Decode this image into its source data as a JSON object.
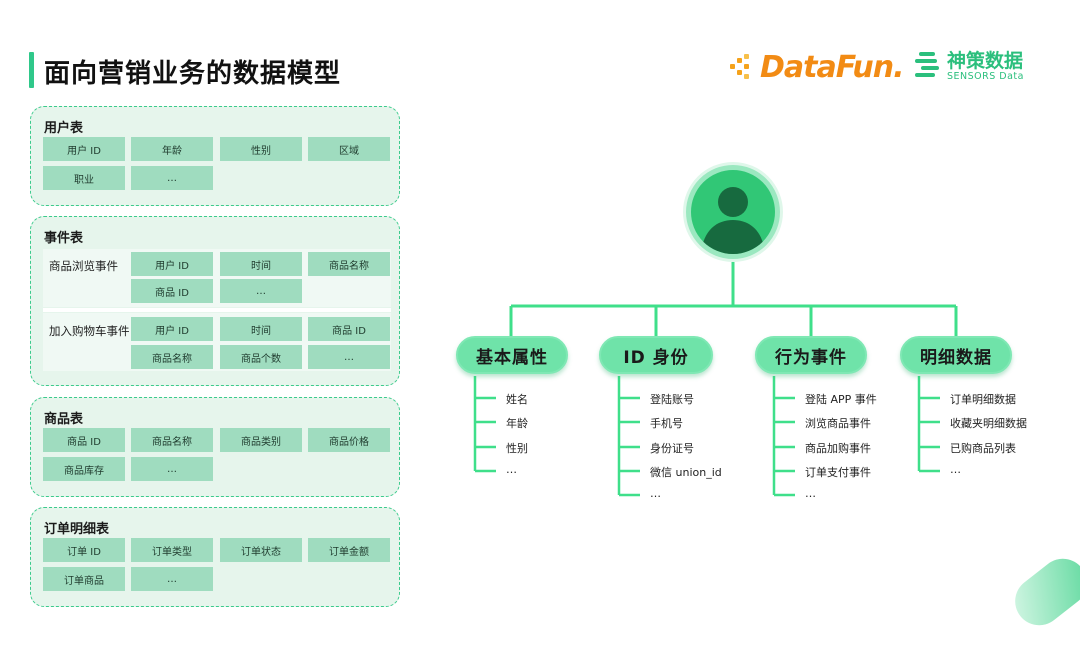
{
  "title": "面向营销业务的数据模型",
  "logos": {
    "datafun": "DataFun.",
    "sensors_cn": "神策数据",
    "sensors_en": "SENSORS Data"
  },
  "colors": {
    "accent": "#2fc88a",
    "cell": "#9fdcbf",
    "panel": "#e6f5ec",
    "line": "#3fdf8a",
    "datafun": "#f28b14"
  },
  "tables": {
    "user": {
      "title": "用户表",
      "row1": [
        "用户 ID",
        "年龄",
        "性别",
        "区域"
      ],
      "row2": [
        "职业",
        "…"
      ]
    },
    "event": {
      "title": "事件表",
      "browse": {
        "label": "商品浏览事件",
        "row1": [
          "用户 ID",
          "时间",
          "商品名称"
        ],
        "row2": [
          "商品 ID",
          "…"
        ]
      },
      "cart": {
        "label": "加入购物车事件",
        "row1": [
          "用户 ID",
          "时间",
          "商品 ID"
        ],
        "row2": [
          "商品名称",
          "商品个数",
          "…"
        ]
      }
    },
    "product": {
      "title": "商品表",
      "row1": [
        "商品 ID",
        "商品名称",
        "商品类别",
        "商品价格"
      ],
      "row2": [
        "商品库存",
        "…"
      ]
    },
    "order": {
      "title": "订单明细表",
      "row1": [
        "订单 ID",
        "订单类型",
        "订单状态",
        "订单金额"
      ],
      "row2": [
        "订单商品",
        "…"
      ]
    }
  },
  "tree": {
    "root_icon": "user-avatar-icon",
    "categories": [
      {
        "label": "基本属性",
        "items": [
          "姓名",
          "年龄",
          "性别",
          "…"
        ]
      },
      {
        "label": "ID 身份",
        "items": [
          "登陆账号",
          "手机号",
          "身份证号",
          "微信 union_id",
          "…"
        ]
      },
      {
        "label": "行为事件",
        "items": [
          "登陆 APP 事件",
          "浏览商品事件",
          "商品加购事件",
          "订单支付事件",
          "…"
        ]
      },
      {
        "label": "明细数据",
        "items": [
          "订单明细数据",
          "收藏夹明细数据",
          "已购商品列表",
          "…"
        ]
      }
    ]
  }
}
